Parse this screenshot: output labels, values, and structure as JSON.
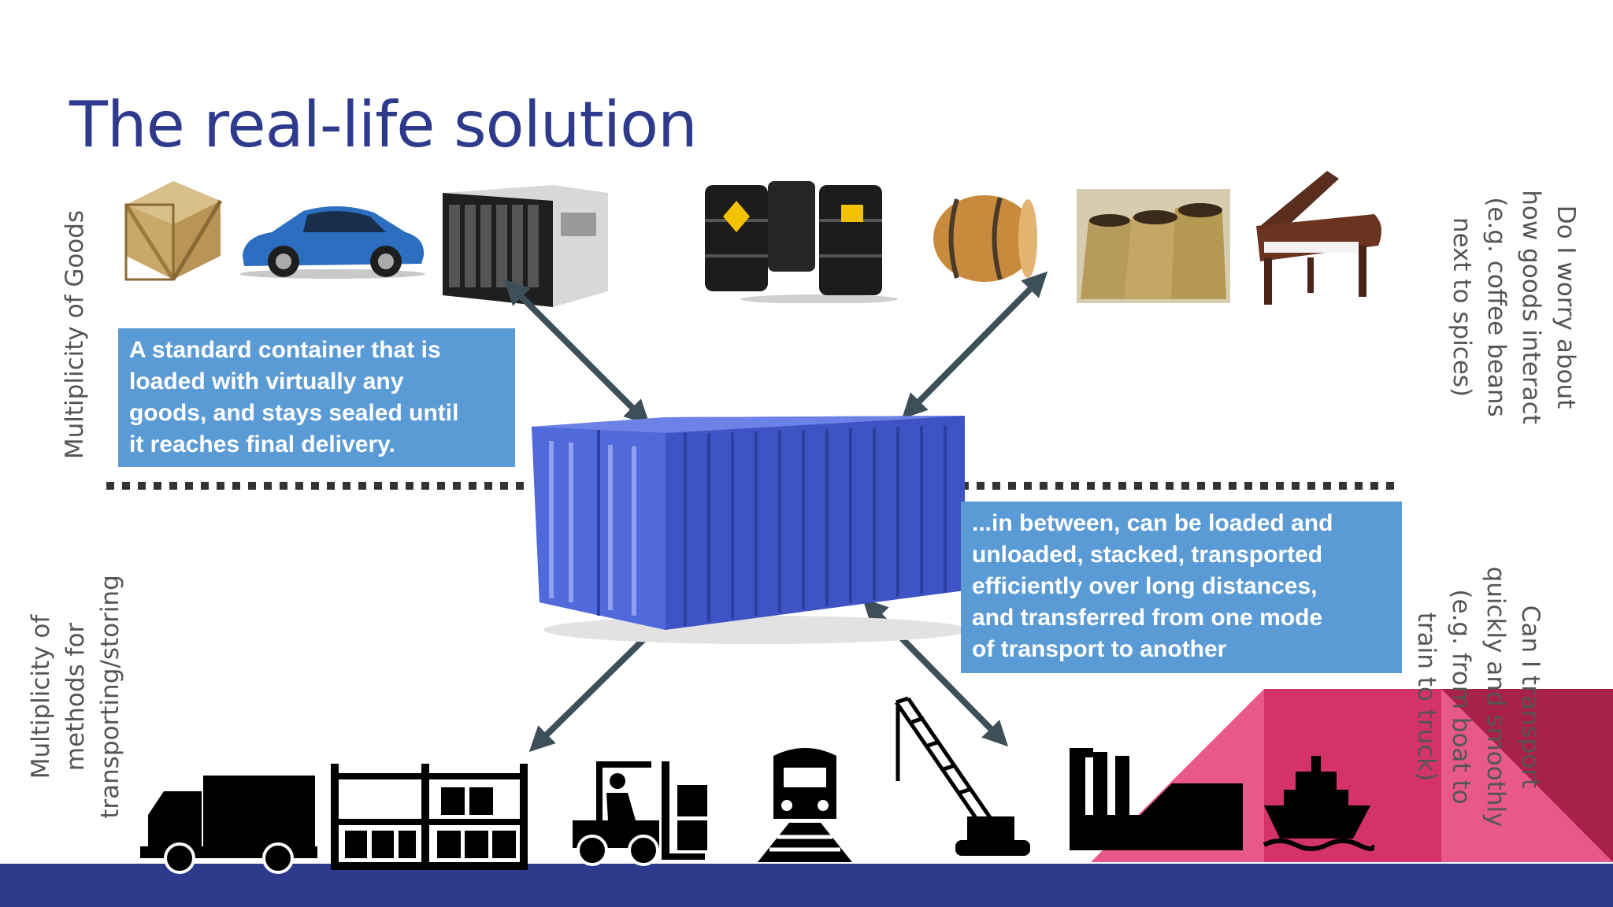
{
  "slide": {
    "title": "The real-life solution",
    "left_label_top": "Multiplicity of Goods",
    "left_label_bottom": [
      "Multiplicity of",
      "methods for",
      "transporting/storing"
    ],
    "right_label_top": [
      "Do I worry about",
      "how goods interact",
      "(e.g. coffee beans",
      "next to spices)"
    ],
    "right_label_bottom": [
      "Can I transport",
      "quickly and smoothly",
      "(e.g. from boat to",
      "train to truck)"
    ],
    "callout_top": [
      "A standard container that is",
      "loaded with virtually any",
      "goods, and stays sealed until",
      "it reaches final delivery."
    ],
    "callout_bottom": [
      "...in between, can be loaded and",
      "unloaded, stacked, transported",
      "efficiently over long distances,",
      "and transferred from one mode",
      "of transport to another"
    ]
  },
  "goods_icons": [
    "wooden-crate",
    "sports-car",
    "server-rack",
    "oil-drums",
    "wine-barrel",
    "coffee-sacks",
    "grand-piano"
  ],
  "transport_icons": [
    "truck",
    "warehouse-rack",
    "forklift",
    "train",
    "crane",
    "factory",
    "ship"
  ],
  "colors": {
    "title": "#2e3a8c",
    "callout_bg": "#5b9bd5",
    "container": "#4a5fd0",
    "footer_bar": "#2e3a8c",
    "accent_pink": "#e8588a",
    "accent_crimson": "#c8285a",
    "arrow": "#3d4f58"
  }
}
